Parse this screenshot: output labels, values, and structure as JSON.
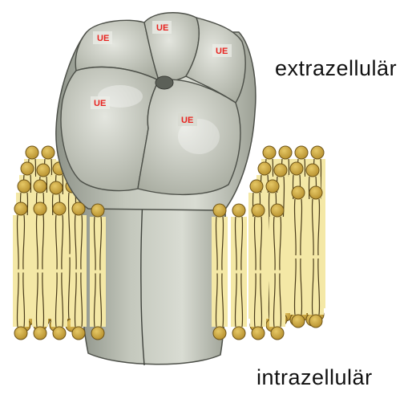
{
  "labels": {
    "extracellular": "extrazellulär",
    "intracellular": "intrazellulär"
  },
  "subunits": [
    {
      "label": "UE"
    },
    {
      "label": "UE"
    },
    {
      "label": "UE"
    },
    {
      "label": "UE"
    },
    {
      "label": "UE"
    }
  ],
  "colors": {
    "protein": "#b8bcb0",
    "lipid_head": "#c9a443",
    "lipid_tail": "#f4e8a6",
    "label_red": "#e8231f"
  }
}
